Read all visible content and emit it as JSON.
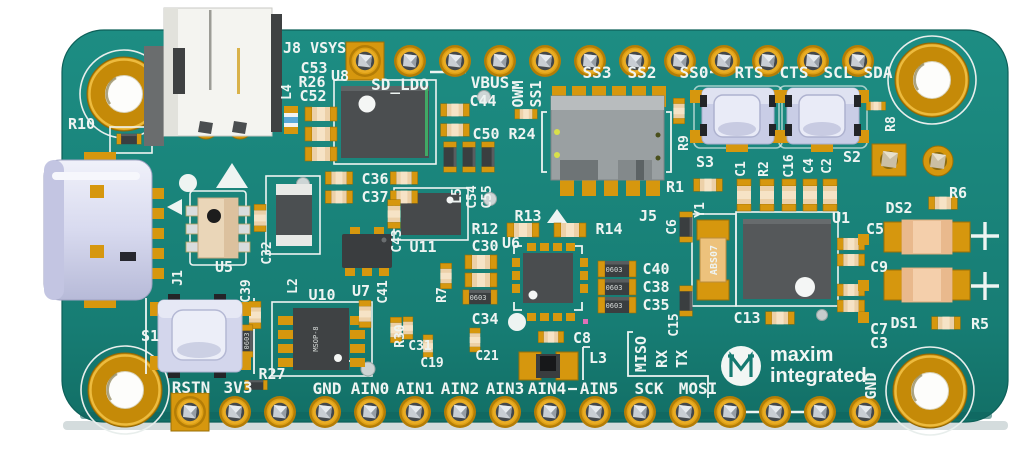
{
  "labels": {
    "j8_vsys": "J8 VSYS",
    "c53": "C53",
    "u8": "U8",
    "r26": "R26",
    "c52": "C52",
    "l4": "L4",
    "sd_ldo": "SD_LDO",
    "vbus": "VBUS",
    "owm": "OWM",
    "ss1": "SS1",
    "ss3": "SS3",
    "ss2": "SS2",
    "ss0": "SS0",
    "rts": "RTS",
    "cts": "CTS",
    "scl": "SCL",
    "sda": "SDA",
    "r10": "R10",
    "r9": "R9",
    "r8": "R8",
    "s3": "S3",
    "s2": "S2",
    "c1": "C1",
    "r2": "R2",
    "c16": "C16",
    "c4": "C4",
    "c2": "C2",
    "r1": "R1",
    "y1": "Y1",
    "c6": "C6",
    "u1": "U1",
    "ds2": "DS2",
    "r6": "R6",
    "c5": "C5",
    "c9": "C9",
    "ds1": "DS1",
    "r5": "R5",
    "c7": "C7",
    "c3": "C3",
    "c13": "C13",
    "c15": "C15",
    "c40": "C40",
    "c38": "C38",
    "c35": "C35",
    "c44": "C44",
    "c50": "C50",
    "r24": "R24",
    "l5": "L5",
    "c54": "C54",
    "c55": "C55",
    "r13": "R13",
    "r14": "R14",
    "j5": "J5",
    "r12": "R12",
    "c30": "C30",
    "u6": "U6",
    "c34": "C34",
    "c36": "C36",
    "c37": "C37",
    "c43": "C43",
    "u11": "U11",
    "u5": "U5",
    "c32": "C32",
    "c39": "C39",
    "l2": "L2",
    "j1": "J1",
    "u10": "U10",
    "u7": "U7",
    "c41": "C41",
    "r30": "R30",
    "r7": "R7",
    "c31": "C31",
    "c19": "C19",
    "c21": "C21",
    "l3": "L3",
    "c8": "C8",
    "s1": "S1",
    "rstn": "RSTN",
    "v3v3": "3V3",
    "r27": "R27",
    "gnd": "GND",
    "ain0": "AIN0",
    "ain1": "AIN1",
    "ain2": "AIN2",
    "ain3": "AIN3",
    "ain4": "AIN4",
    "ain5": "AIN5",
    "sck": "SCK",
    "mosi": "MOSI",
    "miso": "MISO",
    "rx": "RX",
    "tx": "TX",
    "gnd_right": "GND"
  },
  "markings": {
    "chip": "0603",
    "msop": "MSOP-8",
    "crystal": "ABS07"
  },
  "logo": {
    "line1": "maxim",
    "line2": "integrated",
    "tm": "™"
  },
  "colors": {
    "board": "#17837a",
    "gold": "#d6970e",
    "silk": "#eef4f2",
    "button": "#dadcf0",
    "led_body": "#f4cfab"
  }
}
